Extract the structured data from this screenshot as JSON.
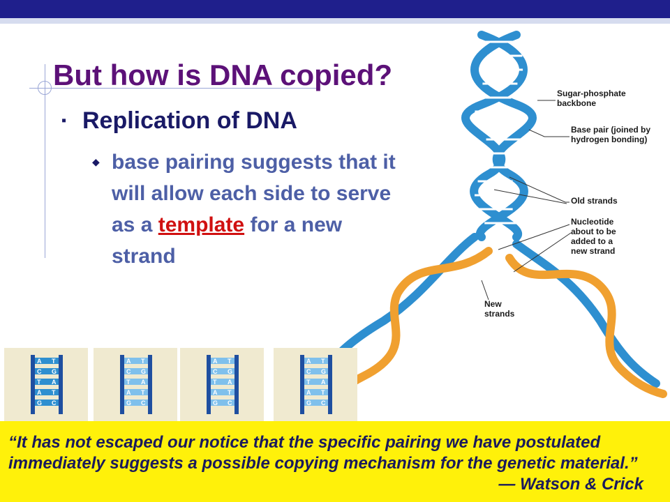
{
  "slide": {
    "title": "But how is DNA copied?",
    "bullet": "Replication of DNA",
    "sub_bullet": {
      "before": "base pairing suggests that it will allow each side to serve as a ",
      "highlight": "template",
      "after": " for a new strand"
    }
  },
  "diagram": {
    "labels": {
      "sugar_phosphate": "Sugar-phosphate backbone",
      "base_pair": "Base pair (joined by hydrogen bonding)",
      "old_strands": "Old strands",
      "nucleotide": "Nucleotide about to be added to a new strand",
      "new_strands": "New strands"
    },
    "panels": [
      {
        "left": [
          "A",
          "C",
          "T",
          "A",
          "G"
        ],
        "right": [
          "T",
          "G",
          "A",
          "T",
          "C"
        ]
      },
      {
        "left": [
          "A",
          "C",
          "T",
          "A",
          "G"
        ],
        "right": [
          "T",
          "G",
          "A",
          "T",
          "C"
        ]
      },
      {
        "left": [
          "A",
          "C",
          "T",
          "A",
          "G"
        ],
        "right": [
          "T",
          "G",
          "A",
          "T",
          "C"
        ]
      },
      {
        "left": [
          "A",
          "C",
          "T",
          "A",
          "G"
        ],
        "right": [
          "T",
          "G",
          "A",
          "T",
          "C"
        ]
      }
    ]
  },
  "quote": {
    "text": "“It has not escaped our notice that the specific pairing we have postulated immediately suggests a possible copying mechanism for the genetic material.”",
    "attribution": "— Watson & Crick"
  },
  "colors": {
    "header_bar": "#1f1f8c",
    "title": "#5c1178",
    "body": "#4d5fa6",
    "highlight": "#d01010",
    "quote_bg": "#fff10a",
    "old_strand": "#2e8fd0",
    "new_strand": "#f0a030"
  }
}
